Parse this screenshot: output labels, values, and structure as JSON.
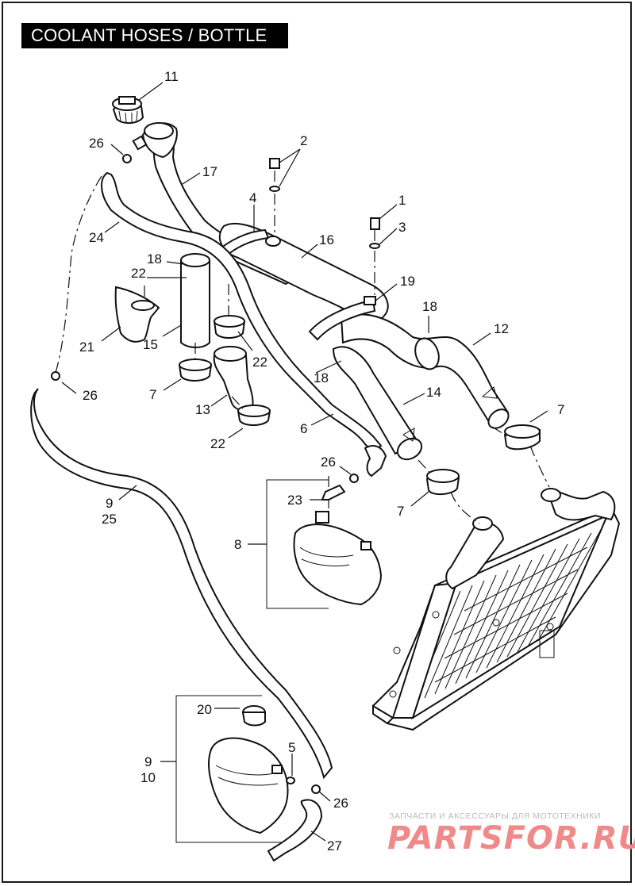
{
  "title": "COOLANT HOSES / BOTTLE",
  "callouts": [
    {
      "id": "c11",
      "text": "11"
    },
    {
      "id": "c26a",
      "text": "26"
    },
    {
      "id": "c17",
      "text": "17"
    },
    {
      "id": "c2",
      "text": "2"
    },
    {
      "id": "c4",
      "text": "4"
    },
    {
      "id": "c1",
      "text": "1"
    },
    {
      "id": "c3",
      "text": "3"
    },
    {
      "id": "c24",
      "text": "24"
    },
    {
      "id": "c16",
      "text": "16"
    },
    {
      "id": "c18a",
      "text": "18"
    },
    {
      "id": "c22a",
      "text": "22"
    },
    {
      "id": "c19",
      "text": "19"
    },
    {
      "id": "c18b",
      "text": "18"
    },
    {
      "id": "c12",
      "text": "12"
    },
    {
      "id": "c21",
      "text": "21"
    },
    {
      "id": "c15",
      "text": "15"
    },
    {
      "id": "c22b",
      "text": "22"
    },
    {
      "id": "c18c",
      "text": "18"
    },
    {
      "id": "c26b",
      "text": "26"
    },
    {
      "id": "c7a",
      "text": "7"
    },
    {
      "id": "c14",
      "text": "14"
    },
    {
      "id": "c13",
      "text": "13"
    },
    {
      "id": "c7b",
      "text": "7"
    },
    {
      "id": "c6",
      "text": "6"
    },
    {
      "id": "c22c",
      "text": "22"
    },
    {
      "id": "c26c",
      "text": "26"
    },
    {
      "id": "c9a",
      "text": "9"
    },
    {
      "id": "c25",
      "text": "25"
    },
    {
      "id": "c23",
      "text": "23"
    },
    {
      "id": "c7c",
      "text": "7"
    },
    {
      "id": "c8",
      "text": "8"
    },
    {
      "id": "c20",
      "text": "20"
    },
    {
      "id": "c9b",
      "text": "9"
    },
    {
      "id": "c10",
      "text": "10"
    },
    {
      "id": "c5",
      "text": "5"
    },
    {
      "id": "c26d",
      "text": "26"
    },
    {
      "id": "c27",
      "text": "27"
    }
  ],
  "watermark": {
    "tagline": "ЗАПЧАСТИ И АКСЕССУАРЫ ДЛЯ МОТОТЕХНИКИ",
    "brand": "PARTSFOR.RU"
  }
}
